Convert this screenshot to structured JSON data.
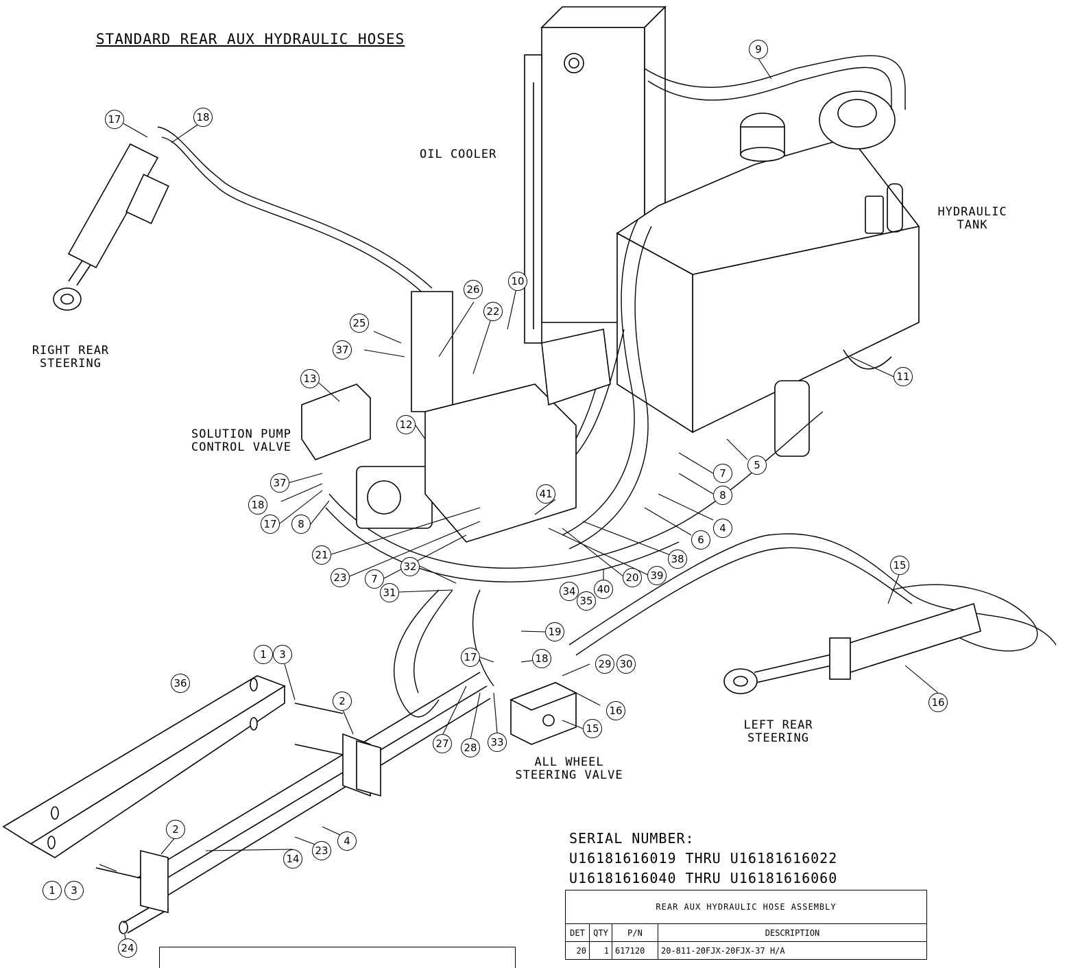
{
  "title": "STANDARD REAR AUX HYDRAULIC HOSES",
  "labels": {
    "oil_cooler": "OIL COOLER",
    "hydraulic_tank": "HYDRAULIC\nTANK",
    "right_rear_steering": "RIGHT REAR\nSTEERING",
    "solution_pump": "SOLUTION PUMP\nCONTROL VALVE",
    "left_rear_steering": "LEFT REAR\nSTEERING",
    "all_wheel": "ALL WHEEL\nSTEERING VALVE"
  },
  "serial": {
    "heading": "SERIAL NUMBER:",
    "range1": "U16181616019 THRU U16181616022",
    "range2": "U16181616040 THRU U16181616060"
  },
  "callouts": [
    "9",
    "17",
    "18",
    "10",
    "26",
    "22",
    "25",
    "37",
    "13",
    "12",
    "11",
    "5",
    "7",
    "8",
    "4",
    "6",
    "37",
    "18",
    "17",
    "8",
    "41",
    "21",
    "23",
    "7",
    "32",
    "31",
    "34",
    "35",
    "40",
    "20",
    "39",
    "38",
    "15",
    "16",
    "19",
    "17",
    "18",
    "29",
    "30",
    "1",
    "3",
    "36",
    "2",
    "27",
    "28",
    "33",
    "16",
    "15",
    "2",
    "14",
    "23",
    "4",
    "1",
    "3",
    "24"
  ],
  "table": {
    "title": "REAR AUX HYDRAULIC HOSE ASSEMBLY",
    "headers": [
      "DET",
      "QTY",
      "P/N",
      "DESCRIPTION"
    ],
    "rows": [
      [
        "20",
        "1",
        "617120",
        "20-811-20FJX-20FJX-37     H/A"
      ]
    ]
  }
}
